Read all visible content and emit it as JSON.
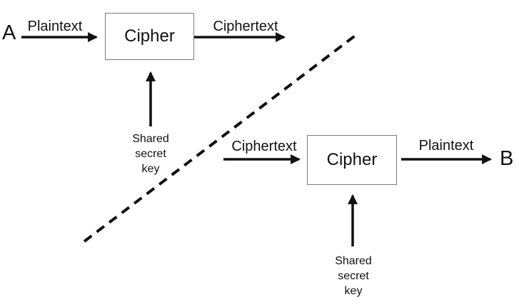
{
  "colors": {
    "ink": "#111111",
    "box_border": "#7b7b7b",
    "background": "#ffffff"
  },
  "encrypt_side": {
    "party": "A",
    "input_label": "Plaintext",
    "cipher_box": "Cipher",
    "output_label": "Ciphertext",
    "key_label": "Shared\nsecret\nkey"
  },
  "decrypt_side": {
    "party": "B",
    "input_label": "Ciphertext",
    "cipher_box": "Cipher",
    "output_label": "Plaintext",
    "key_label": "Shared\nsecret\nkey"
  }
}
